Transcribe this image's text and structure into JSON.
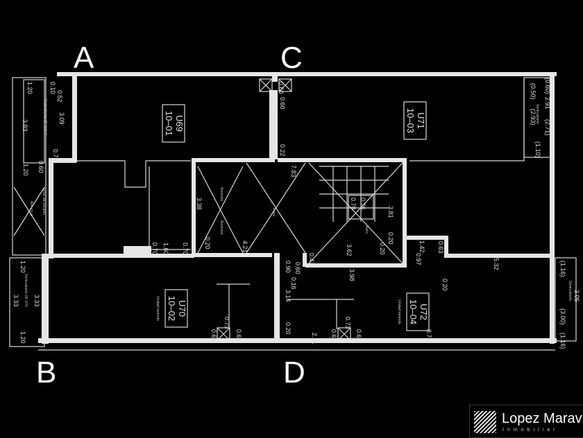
{
  "corner_labels": {
    "a": "A",
    "b": "B",
    "c": "C",
    "d": "D"
  },
  "units": [
    {
      "code": "U69",
      "number": "10–01"
    },
    {
      "code": "U71",
      "number": "10–03"
    },
    {
      "code": "U70",
      "number": "10–02",
      "use": "Unidad vivienda"
    },
    {
      "code": "U72",
      "number": "10–04",
      "use": "Unidad vivienda"
    }
  ],
  "rooms": {
    "ascensor1": "Ascensor",
    "ascensor2": "Ascensor",
    "palier": "Palier",
    "vacio": "Vacio",
    "semicubierto_tl": "Semicubierto UF U69 C",
    "semicubierto_tr": "Semicubierto",
    "semicubierto_bl": "Semicubierto UF U70",
    "semicubierto_br": "Semicubierto",
    "aire_luz": "Aire y Luz",
    "techo": "Techo del escalon"
  },
  "dimensions": {
    "d1": "1.20",
    "d2": "0.10",
    "d3": "0.52",
    "d4": "3.09",
    "d5": "3.83",
    "d6": "0.78",
    "d7": "1.20",
    "d8": "0.60",
    "d9": "3.38",
    "d10": "0.20",
    "d11": "4.21",
    "d12": "0.70",
    "d13": "1.60",
    "d14": "0.70",
    "d15": "0.60",
    "d16": "0.60",
    "d17": "0.22",
    "d18": "7.83",
    "d19": "3.81",
    "d20": "0.20",
    "d21": "0.20",
    "d22": "3.62",
    "d23": "0.43",
    "d24": "1.42",
    "d25": "0.63",
    "d26": "0.97",
    "d27": "5.32",
    "d28": "(0.60)",
    "d29": "(0.50)",
    "d30": "2.91",
    "d31": "(2.71)",
    "d32": "(2.93)",
    "d33": "(1.10)",
    "d34": "3.98",
    "d35": "0.60",
    "d36": "0.90",
    "d37": "0.16",
    "d38": "3.14",
    "d39": "0.20",
    "d40": "2.11",
    "d41": "0.60",
    "d42": "0.73",
    "d43": "0.60",
    "d44": "8.78",
    "d45": "0.73",
    "d46": "0.60",
    "d47": "0.60",
    "d48": "3.33",
    "d49": "3.33",
    "d50": "1.20",
    "d51": "1.20",
    "d52": "3.05",
    "d53": "(3.00)",
    "d54": "(1.16)",
    "d55": "(1.16)",
    "d56": "0.20",
    "d57": "0.76",
    "d58": "0.78"
  },
  "logo": {
    "name": "Lopez Marav",
    "subtitle": "Inmobiliar"
  }
}
